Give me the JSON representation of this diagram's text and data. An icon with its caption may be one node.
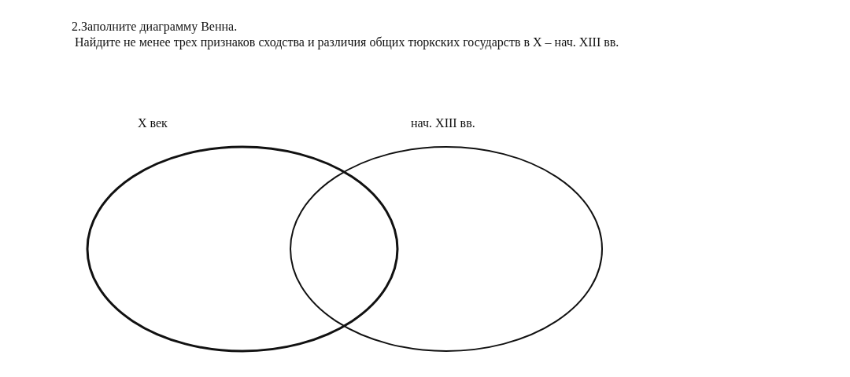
{
  "diagram": {
    "title": "2.Заполните диаграмму Венна.",
    "nodes": [
      {
        "text": [
          "X век"
        ]
      },
      {
        "text": [
          "нач. XIII вв."
        ]
      }
    ],
    "edges": [],
    "labels": [
      "Найдите не менее трех признаков сходства и различия общих тюркских государств в X – нач. XIII вв."
    ]
  }
}
